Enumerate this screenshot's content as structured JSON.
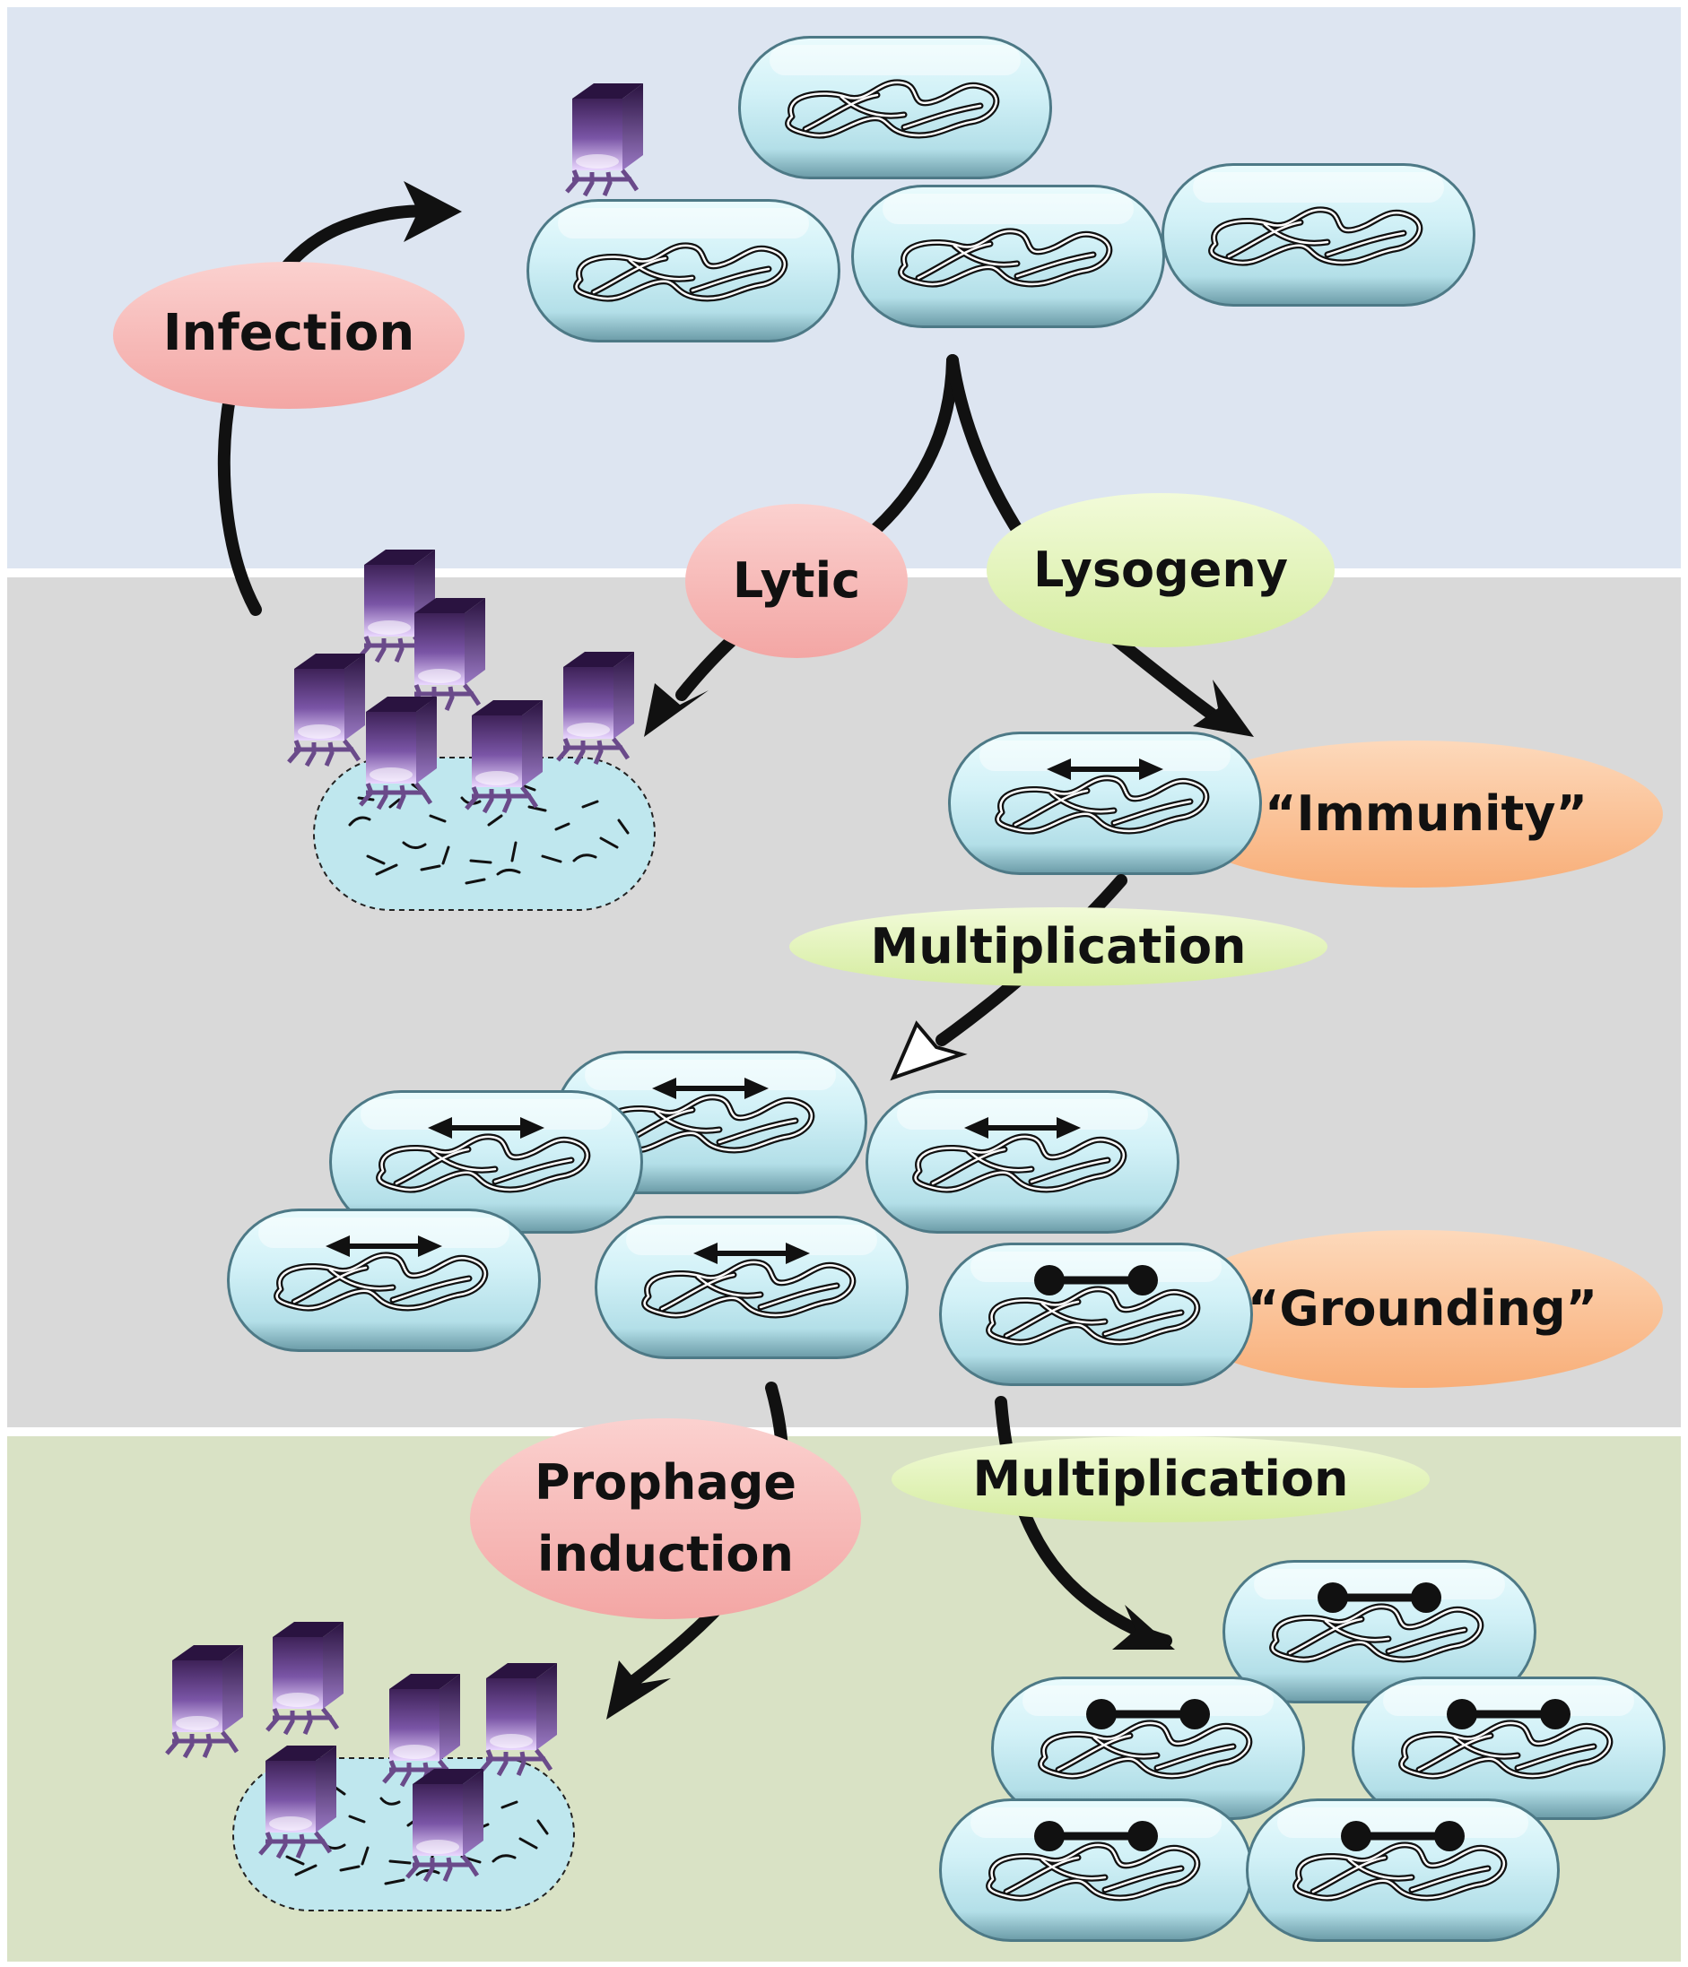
{
  "labels": {
    "infection": "Infection",
    "lytic": "Lytic",
    "lysogeny": "Lysogeny",
    "immunity": "“Immunity”",
    "multiplication_1": "Multiplication",
    "grounding": "“Grounding”",
    "prophage_line1": "Prophage",
    "prophage_line2": "induction",
    "multiplication_2": "Multiplication"
  },
  "colors": {
    "panel_top": "#dde5f1",
    "panel_middle": "#d9d9d9",
    "panel_bottom": "#d9e2c5",
    "oval_pink": "#f7b3b1",
    "oval_green": "#e2f2b5",
    "oval_orange": "#fbc094",
    "cell_light": "#e9fbfd",
    "cell_mid": "#b3dfe8",
    "cell_dark": "#5d8b98",
    "phage_purple": "#5b3a7b",
    "phage_light": "#d9bdf4",
    "arrow": "#111111"
  }
}
